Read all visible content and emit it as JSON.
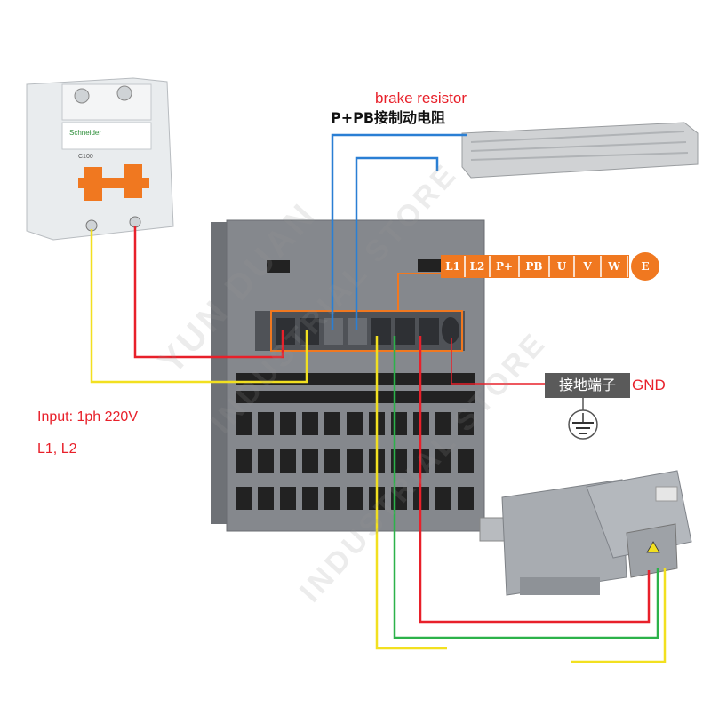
{
  "labels": {
    "brake_resistor": "brake resistor",
    "pb_chinese": "P+PB接制动电阻",
    "input": "Input: 1ph 220V",
    "input_terminals": "L1, L2",
    "ground_chinese": "接地端子",
    "gnd": "GND"
  },
  "terminals": [
    "L1",
    "L2",
    "P+",
    "PB",
    "U",
    "V",
    "W",
    "E"
  ],
  "breaker": {
    "brand": "Schneider",
    "model": "C100"
  },
  "watermark": [
    "YUN DUAN",
    "INDUSTRIAL STORE"
  ],
  "colors": {
    "terminal_orange": "#f07820",
    "wire_red": "#e8202a",
    "wire_yellow": "#f2e020",
    "wire_blue": "#2a7fd4",
    "wire_green": "#2cb24a",
    "ground_label_bg": "#5a5a5a"
  }
}
